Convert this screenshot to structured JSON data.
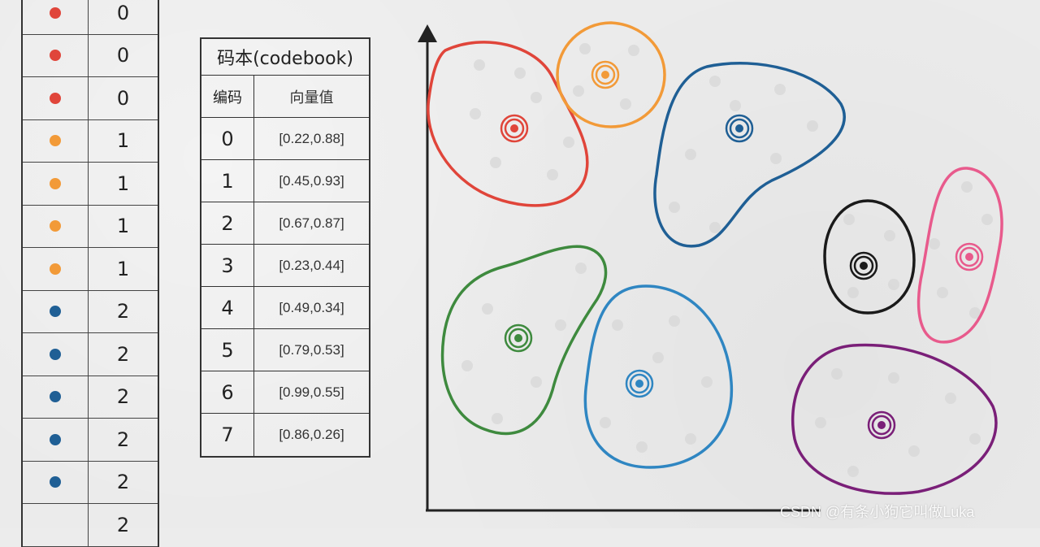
{
  "assignments": [
    {
      "color": "#e0453a",
      "code": "0"
    },
    {
      "color": "#e0453a",
      "code": "0"
    },
    {
      "color": "#e0453a",
      "code": "0"
    },
    {
      "color": "#f29a38",
      "code": "1"
    },
    {
      "color": "#f29a38",
      "code": "1"
    },
    {
      "color": "#f29a38",
      "code": "1"
    },
    {
      "color": "#f29a38",
      "code": "1"
    },
    {
      "color": "#1f5f95",
      "code": "2"
    },
    {
      "color": "#1f5f95",
      "code": "2"
    },
    {
      "color": "#1f5f95",
      "code": "2"
    },
    {
      "color": "#1f5f95",
      "code": "2"
    },
    {
      "color": "#1f5f95",
      "code": "2"
    },
    {
      "color": "",
      "code": "2"
    }
  ],
  "codebook": {
    "title": "码本(codebook)",
    "header": {
      "code": "编码",
      "vector": "向量值"
    },
    "rows": [
      {
        "code": "0",
        "vector": "[0.22,0.88]"
      },
      {
        "code": "1",
        "vector": "[0.45,0.93]"
      },
      {
        "code": "2",
        "vector": "[0.67,0.87]"
      },
      {
        "code": "3",
        "vector": "[0.23,0.44]"
      },
      {
        "code": "4",
        "vector": "[0.49,0.34]"
      },
      {
        "code": "5",
        "vector": "[0.79,0.53]"
      },
      {
        "code": "6",
        "vector": "[0.99,0.55]"
      },
      {
        "code": "7",
        "vector": "[0.86,0.26]"
      }
    ]
  },
  "clusters": [
    {
      "name": "red",
      "color": "#e0453a"
    },
    {
      "name": "orange",
      "color": "#f29a38"
    },
    {
      "name": "dark-blue",
      "color": "#1f5f95"
    },
    {
      "name": "green",
      "color": "#3e8a3e"
    },
    {
      "name": "light-blue",
      "color": "#2f86c2"
    },
    {
      "name": "black",
      "color": "#1a1a1a"
    },
    {
      "name": "pink",
      "color": "#e85a8c"
    },
    {
      "name": "purple",
      "color": "#7a1f78"
    }
  ],
  "watermark": "CSDN @有条小狗它叫做Luka"
}
